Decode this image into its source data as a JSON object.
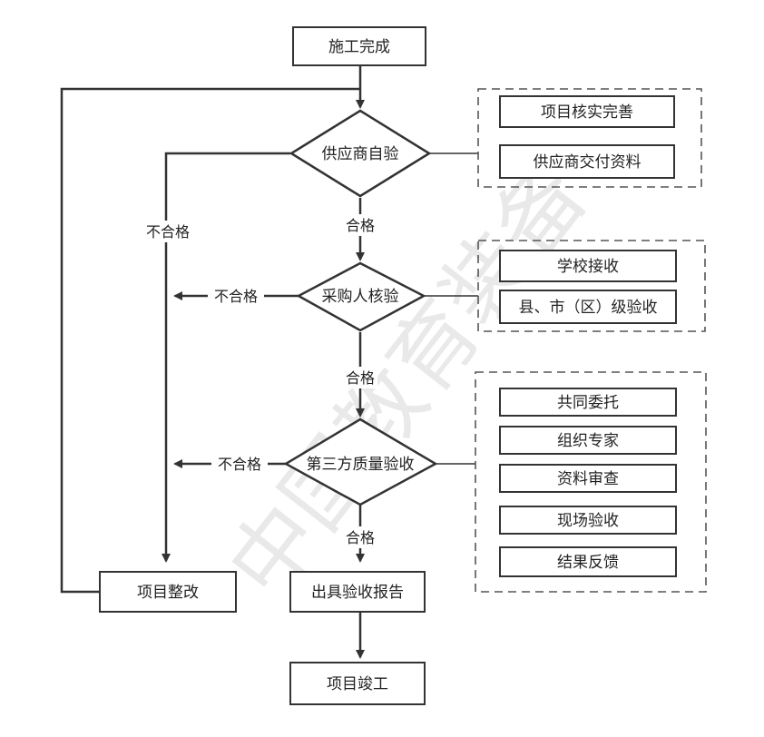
{
  "flow": {
    "start": "施工完成",
    "supplier_check": "供应商自验",
    "purchaser_check": "采购人核验",
    "third_party_check": "第三方质量验收",
    "rectification": "项目整改",
    "issue_report": "出具验收报告",
    "completion": "项目竣工"
  },
  "labels": {
    "fail_1": "不合格",
    "fail_2": "不合格",
    "fail_3": "不合格",
    "pass_1": "合格",
    "pass_2": "合格",
    "pass_3": "合格"
  },
  "groups": {
    "supplier": [
      "项目核实完善",
      "供应商交付资料"
    ],
    "purchaser": [
      "学校接收",
      "县、市（区）级验收"
    ],
    "third_party": [
      "共同委托",
      "组织专家",
      "资料审查",
      "现场验收",
      "结果反馈"
    ]
  },
  "colors": {
    "line": "#333333",
    "background": "#ffffff",
    "watermark": "#d8d8d8"
  }
}
